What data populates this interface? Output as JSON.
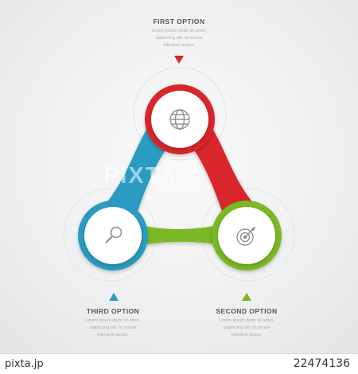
{
  "options": [
    {
      "title": "FIRST OPTION",
      "desc": [
        "Lorem ipsum dolor sit amet,",
        "adipiscing elit. In ornare",
        "interdum luctus."
      ],
      "color": "#d8262b",
      "icon": "globe-icon"
    },
    {
      "title": "SECOND OPTION",
      "desc": [
        "Lorem ipsum dolor sit amet,",
        "adipiscing elit. In ornare",
        "interdum luctus."
      ],
      "color": "#7ab825",
      "icon": "target-icon"
    },
    {
      "title": "THIRD OPTION",
      "desc": [
        "Lorem ipsum dolor sit amet,",
        "adipiscing elit. In ornare",
        "interdum luctus."
      ],
      "color": "#2a9bc1",
      "icon": "search-icon"
    }
  ],
  "watermark": "PIXTA",
  "footer": {
    "brand": "pixta.jp",
    "image_id": "22474136"
  }
}
